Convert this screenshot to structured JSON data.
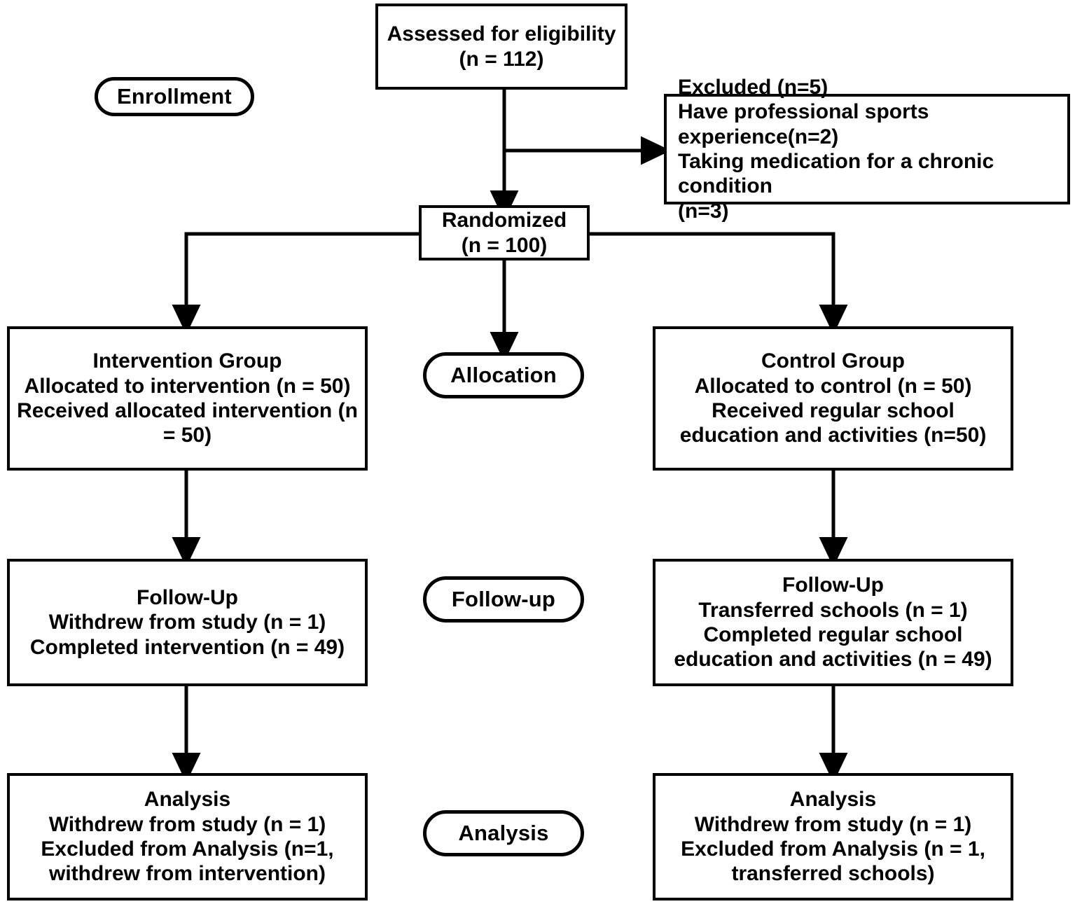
{
  "diagram": {
    "title": "CONSORT participant flow diagram",
    "type": "flowchart",
    "colors": {
      "background": "#ffffff",
      "stroke": "#000000",
      "text": "#000000"
    },
    "stage_labels": {
      "enrollment": "Enrollment",
      "allocation": "Allocation",
      "followup": "Follow-up",
      "analysis": "Analysis"
    },
    "nodes": {
      "assessed": "Assessed for eligibility\n(n = 112)",
      "excluded": "Excluded (n=5)\nHave professional sports experience(n=2)\nTaking medication for a chronic condition\n(n=3)",
      "randomized": "Randomized\n(n = 100)",
      "intervention_allocation": "Intervention Group\nAllocated to intervention (n = 50)\nReceived allocated intervention (n\n= 50)",
      "control_allocation": "Control Group\nAllocated to control (n = 50)\nReceived regular school\neducation and activities (n=50)",
      "intervention_followup": "Follow-Up\nWithdrew from study (n = 1)\nCompleted intervention (n = 49)",
      "control_followup": "Follow-Up\nTransferred schools (n = 1)\nCompleted regular school\neducation and activities (n = 49)",
      "intervention_analysis": "Analysis\nWithdrew from study (n = 1)\nExcluded from Analysis (n=1,\nwithdrew from intervention)",
      "control_analysis": "Analysis\nWithdrew from study (n = 1)\nExcluded from Analysis (n = 1,\ntransferred schools)"
    },
    "counts": {
      "assessed_n": 112,
      "excluded_total_n": 5,
      "excluded_sports_n": 2,
      "excluded_medication_n": 3,
      "randomized_n": 100,
      "intervention_allocated_n": 50,
      "intervention_received_n": 50,
      "control_allocated_n": 50,
      "control_received_n": 50,
      "intervention_withdrew_n": 1,
      "intervention_completed_n": 49,
      "control_transferred_n": 1,
      "control_completed_n": 49,
      "intervention_analysis_withdrew_n": 1,
      "intervention_analysis_excluded_n": 1,
      "control_analysis_withdrew_n": 1,
      "control_analysis_excluded_n": 1
    }
  }
}
